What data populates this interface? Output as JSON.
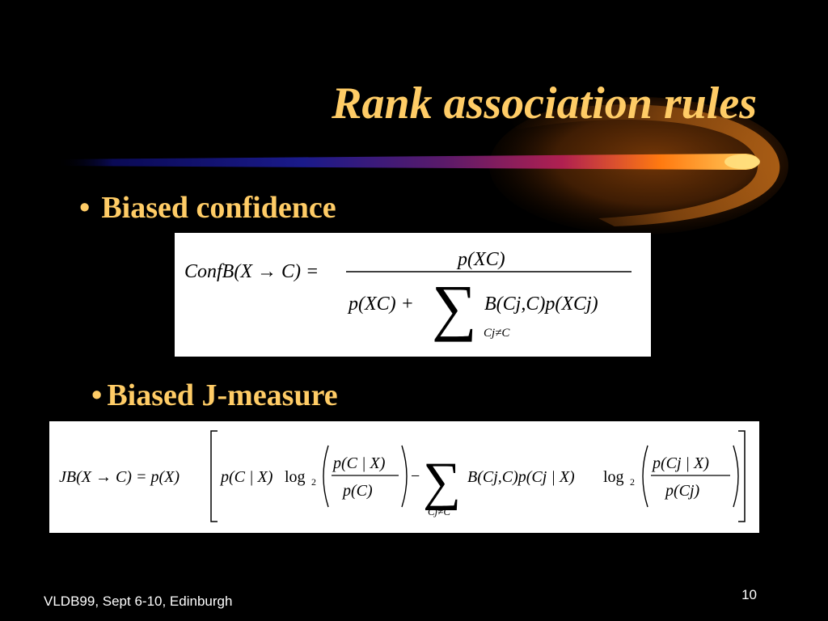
{
  "slide": {
    "title": "Rank association rules",
    "bullets": [
      {
        "marker": "•",
        "text": "Biased confidence"
      },
      {
        "marker": "•",
        "text": "Biased J-measure"
      }
    ],
    "footer": "VLDB99, Sept 6-10, Edinburgh",
    "page_number": "10"
  },
  "formulas": {
    "biased_confidence": {
      "lhs": "ConfB(X → C) =",
      "numerator": "p(XC)",
      "denominator_left": "p(XC) +",
      "sigma": "∑",
      "sum_subscript": "Cj≠C",
      "summand": "B(Cj,C)p(XCj)"
    },
    "biased_j_measure": {
      "lhs": "JB(X → C) = p(X)",
      "term1": "p(C | X)",
      "log": "log",
      "log_base": "2",
      "frac1_num": "p(C | X)",
      "frac1_den": "p(C)",
      "minus": "−",
      "sigma": "∑",
      "sum_subscript": "Cj≠C",
      "term2": "B(Cj,C)p(Cj | X)",
      "frac2_num": "p(Cj | X)",
      "frac2_den": "p(Cj)"
    }
  },
  "colors": {
    "background": "#000000",
    "title": "#FFCC66",
    "bullet": "#FFCC66",
    "footer": "#FFFFFF",
    "formula_background": "#FFFFFF"
  },
  "icons": {
    "decoration": "comet-swoosh"
  }
}
